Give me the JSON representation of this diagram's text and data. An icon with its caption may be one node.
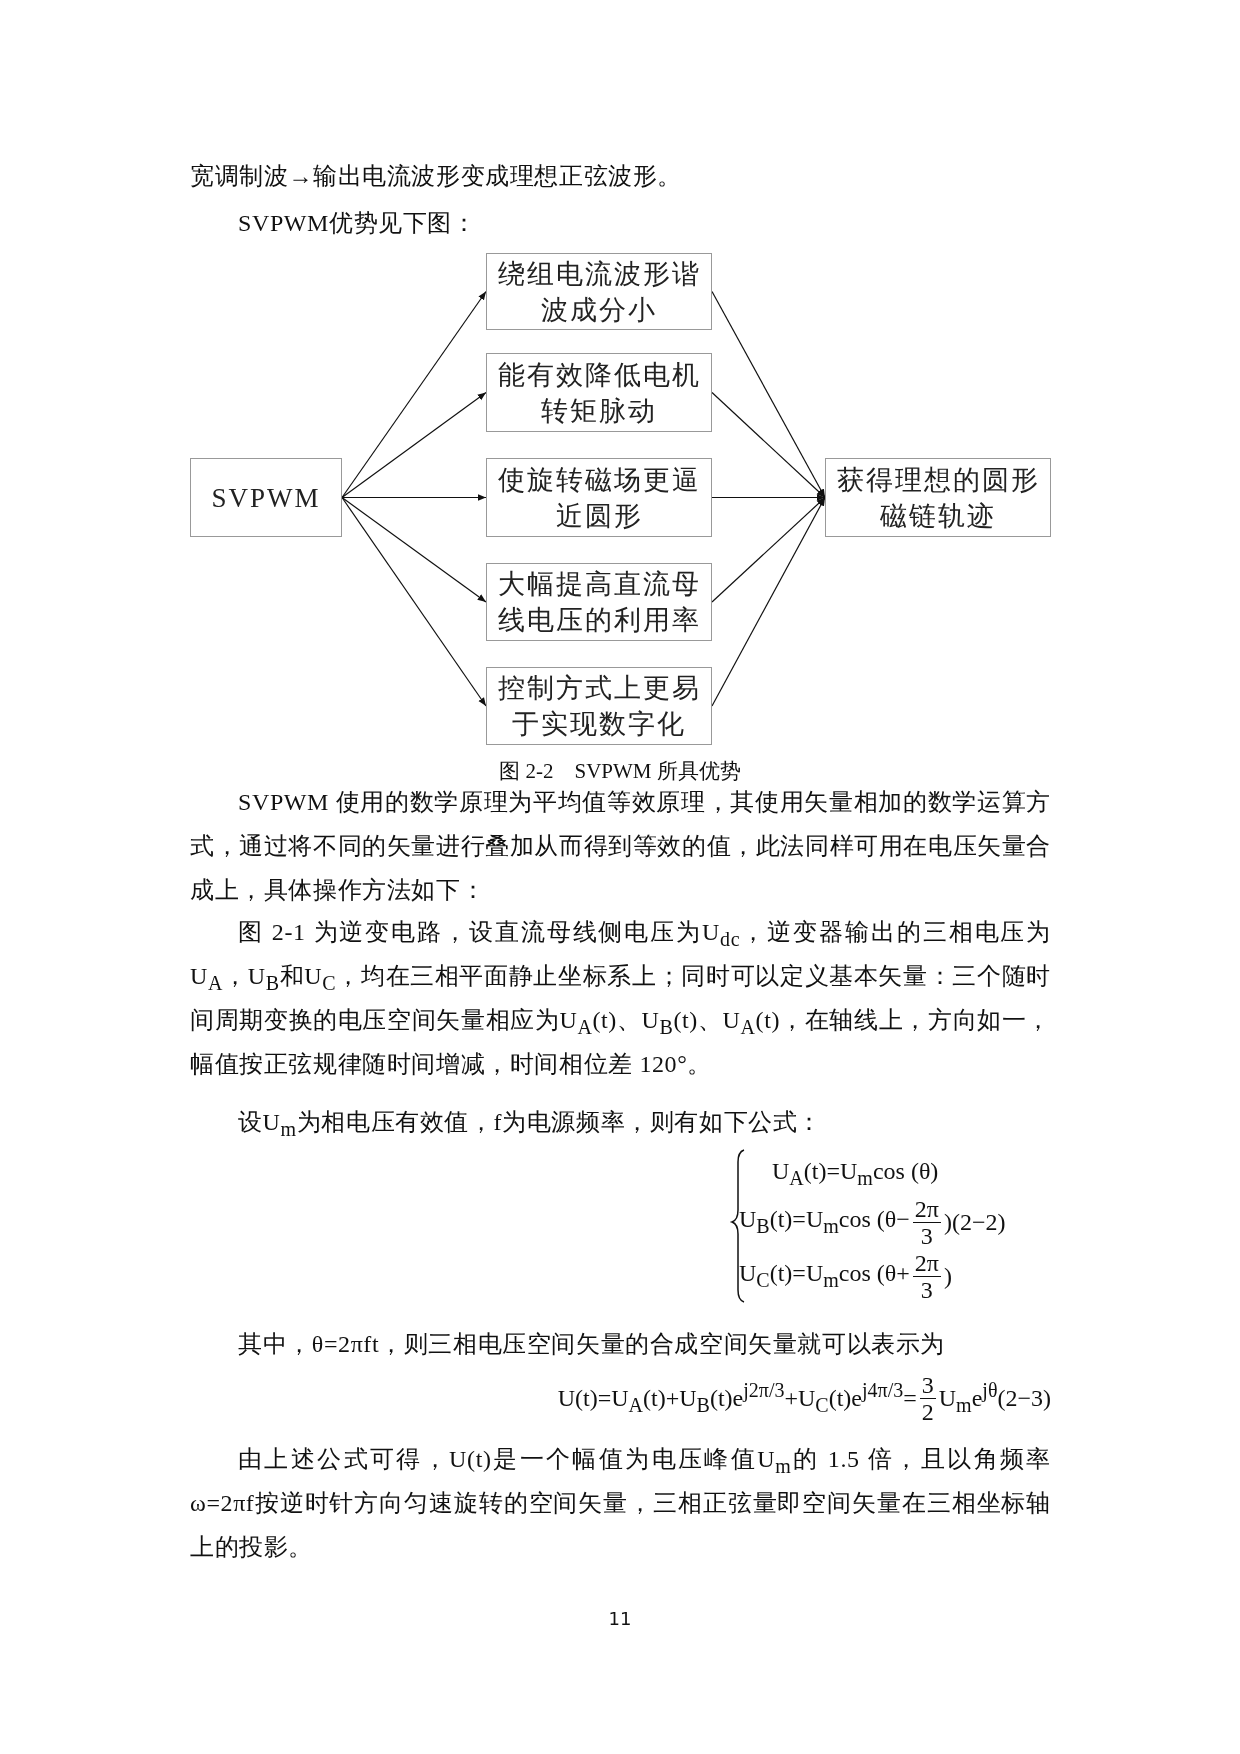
{
  "diagram": {
    "caption": "图 2-2　SVPWM 所具优势",
    "nodes": [
      {
        "text": [
          "SVPWM"
        ]
      },
      {
        "text": [
          "绕组电流波形谐波成分小"
        ]
      },
      {
        "text": [
          "能有效降低电机转矩脉动"
        ]
      },
      {
        "text": [
          "使旋转磁场更逼近圆形"
        ]
      },
      {
        "text": [
          "大幅提高直流母线电压的利用率"
        ]
      },
      {
        "text": [
          "控制方式上更易于实现数字化"
        ]
      },
      {
        "text": [
          "获得理想的圆形磁链轨迹"
        ]
      }
    ],
    "edges": [
      {
        "from": 0,
        "to": 1,
        "arrow": "to"
      },
      {
        "from": 0,
        "to": 2,
        "arrow": "to"
      },
      {
        "from": 0,
        "to": 3,
        "arrow": "to"
      },
      {
        "from": 0,
        "to": 4,
        "arrow": "to"
      },
      {
        "from": 0,
        "to": 5,
        "arrow": "to"
      },
      {
        "from": 1,
        "to": 6,
        "arrow": "to"
      },
      {
        "from": 2,
        "to": 6,
        "arrow": "to"
      },
      {
        "from": 3,
        "to": 6,
        "arrow": "to"
      },
      {
        "from": 4,
        "to": 6,
        "arrow": "to"
      },
      {
        "from": 5,
        "to": 6,
        "arrow": "to"
      }
    ],
    "labels": [
      "宽调制波→输出电流波形变成理想正弦波形。",
      "SVPWM优势见下图：",
      "SVPWM 使用的数学原理为平均值等效原理，其使用矢量相加的数学运算方式，通过将不同的矢量进行叠加从而得到等效的值，此法同样可用在电压矢量合成上，具体操作方法如下：",
      "图 2-1 为逆变电路，设直流母线侧电压为U$_{dc}$，逆变器输出的三相电压为U$_{A}$，U$_{B}$和U$_{C}$，均在三相平面静止坐标系上；同时可以定义基本矢量：三个随时间周期变换的电压空间矢量相应为U$_{A}$(t)、U$_{B}$(t)、U$_{A}$(t)，在轴线上，方向如一，幅值按正弦规律随时间增减，时间相位差 120°。",
      "设U$_{m}$为相电压有效值，f为电源频率，则有如下公式：",
      "U$_{A}$(t)=U$_{m}$cos (θ)",
      "U$_{B}$(t)=U$_{m}$cos (θ−",
      "2π",
      "3",
      ")",
      "(2−2)",
      "U$_{C}$(t)=U$_{m}$cos (θ+",
      "2π",
      "3",
      ")",
      "其中，θ=2πft，则三相电压空间矢量的合成空间矢量就可以表示为",
      "U(t)=U$_{A}$(t)+U$_{B}$(t)e$^{j2π/3}$+U$_{C}$(t)e$^{j4π/3}$=",
      "3",
      "2",
      "U$_{m}$e$^{jθ}$",
      "(2−3)",
      "由上述公式可得，U(t)是一个幅值为电压峰值U$_{m}$的 1.5 倍，且以角频率ω=2πf按逆时针方向匀速旋转的空间矢量，三相正弦量即空间矢量在三相坐标轴上的投影。",
      "11"
    ]
  }
}
